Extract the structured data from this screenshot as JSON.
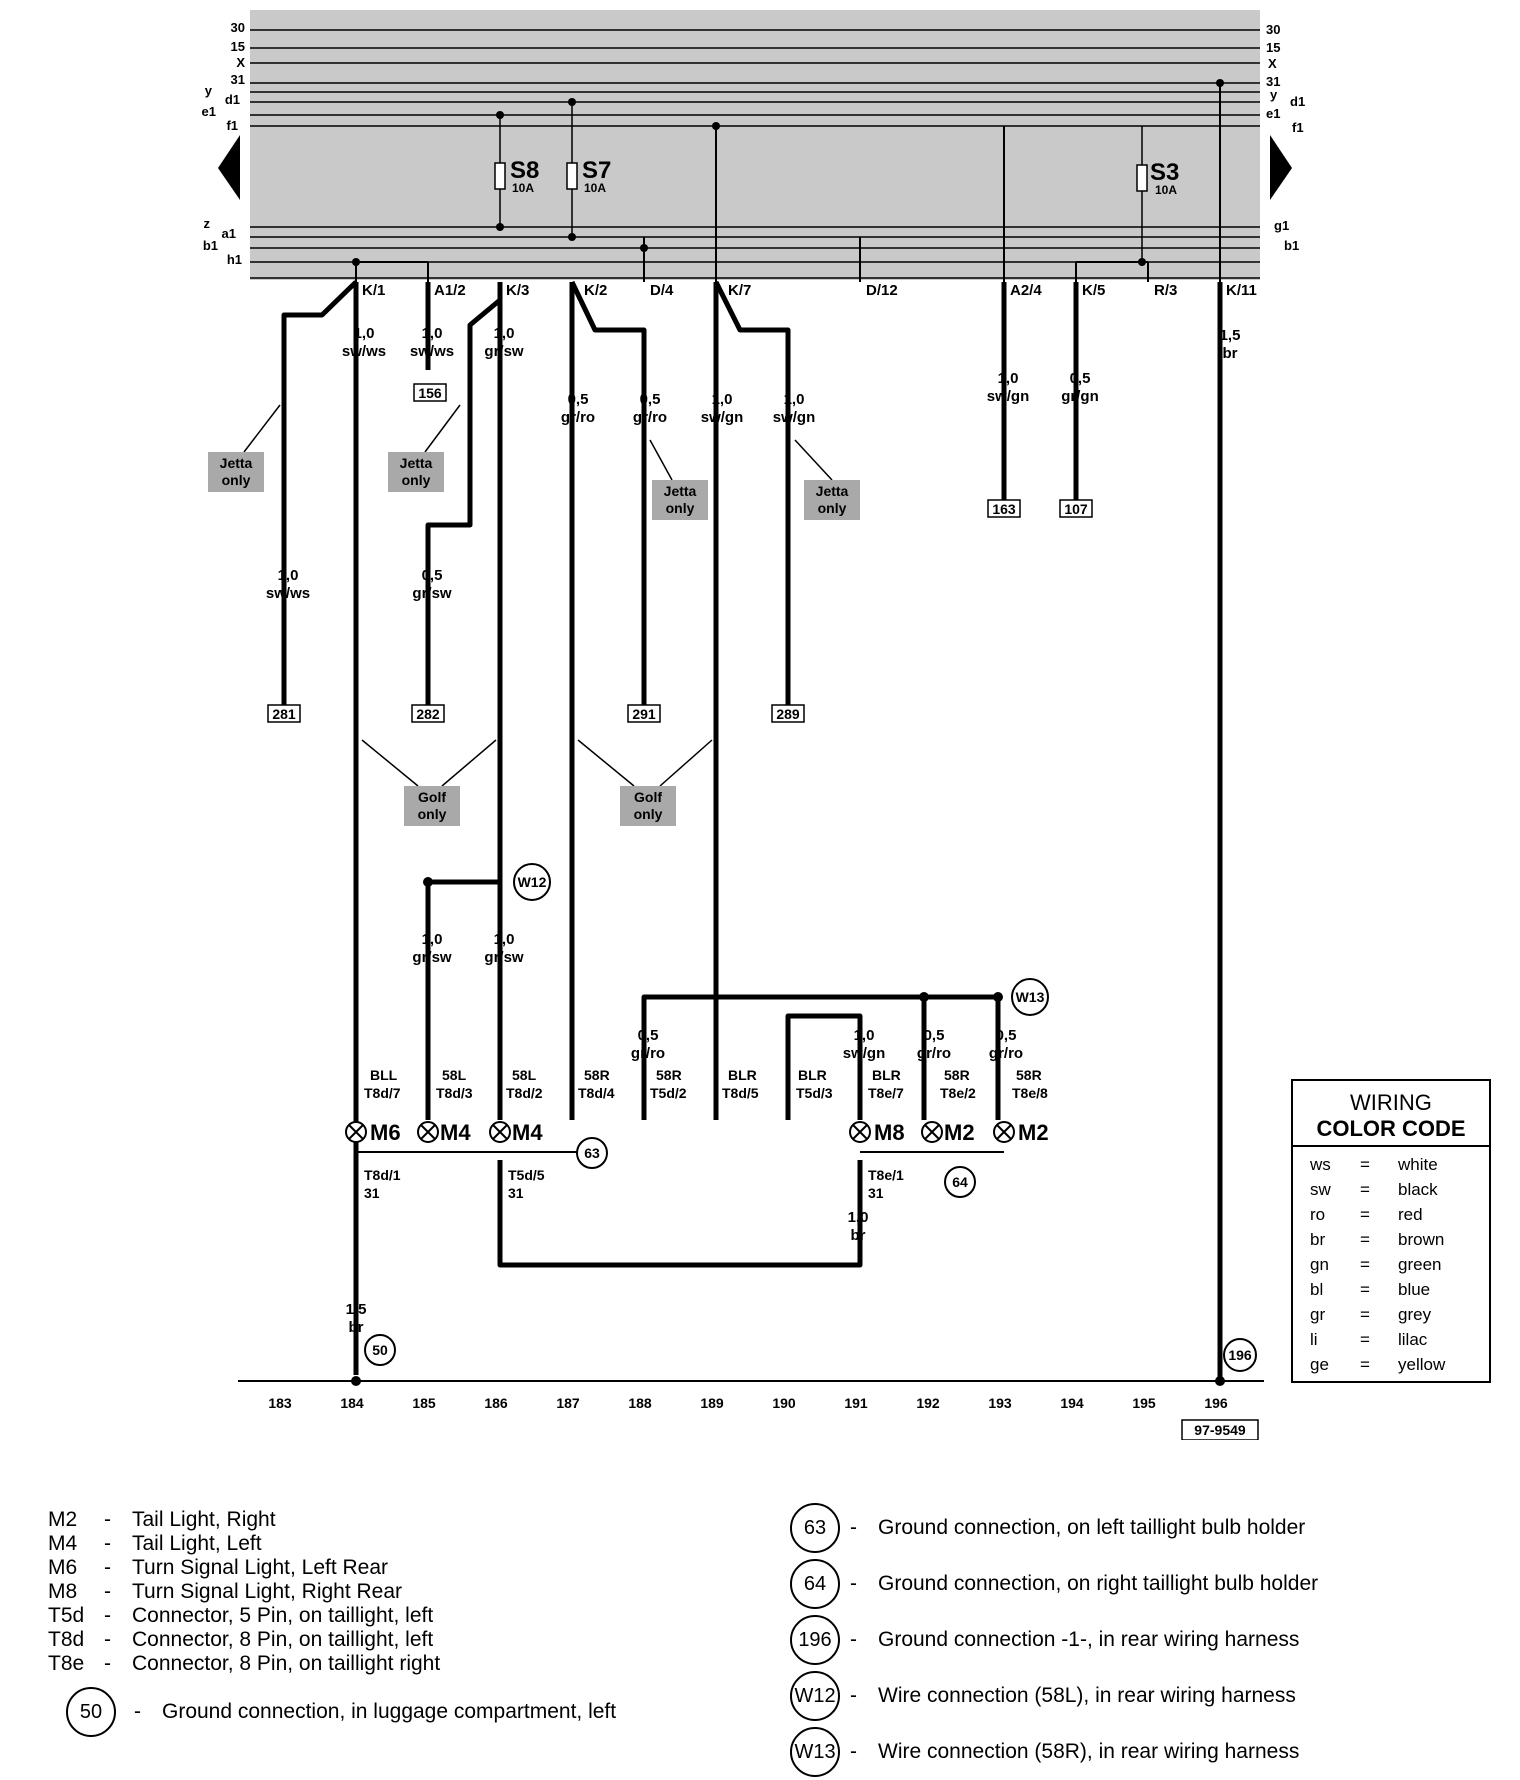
{
  "left_terminals": [
    "30",
    "15",
    "X",
    "31",
    "y",
    "d1",
    "e1",
    "f1",
    "z",
    "a1",
    "b1",
    "h1"
  ],
  "right_terminals": [
    "30",
    "15",
    "X",
    "31",
    "y",
    "d1",
    "e1",
    "f1",
    "g1",
    "b1"
  ],
  "fuses": [
    {
      "label": "S8",
      "rating": "10A"
    },
    {
      "label": "S7",
      "rating": "10A"
    },
    {
      "label": "S3",
      "rating": "10A"
    }
  ],
  "pins": [
    "K/1",
    "A1/2",
    "K/3",
    "K/2",
    "D/4",
    "K/7",
    "D/12",
    "A2/4",
    "K/5",
    "R/3",
    "K/11"
  ],
  "wire_labels": [
    {
      "size": "1,0",
      "color": "sw/ws"
    },
    {
      "size": "1,0",
      "color": "sw/ws"
    },
    {
      "size": "1,0",
      "color": "gr/sw"
    },
    {
      "size": "0,5",
      "color": "gr/ro"
    },
    {
      "size": "0,5",
      "color": "gr/ro"
    },
    {
      "size": "1,0",
      "color": "sw/gn"
    },
    {
      "size": "1,0",
      "color": "sw/gn"
    },
    {
      "size": "1,0",
      "color": "sw/gn"
    },
    {
      "size": "0,5",
      "color": "gr/gn"
    },
    {
      "size": "1,5",
      "color": "br"
    },
    {
      "size": "1,0",
      "color": "sw/ws"
    },
    {
      "size": "0,5",
      "color": "gr/sw"
    },
    {
      "size": "1,0",
      "color": "gr/sw"
    },
    {
      "size": "1,0",
      "color": "gr/sw"
    },
    {
      "size": "0,5",
      "color": "gr/ro"
    },
    {
      "size": "1,0",
      "color": "sw/gn"
    },
    {
      "size": "0,5",
      "color": "gr/ro"
    },
    {
      "size": "0,5",
      "color": "gr/ro"
    },
    {
      "size": "1,0",
      "color": "br"
    },
    {
      "size": "1,5",
      "color": "br"
    }
  ],
  "references": [
    "156",
    "163",
    "107",
    "281",
    "282",
    "291",
    "289"
  ],
  "notes": [
    {
      "l1": "Jetta",
      "l2": "only"
    },
    {
      "l1": "Jetta",
      "l2": "only"
    },
    {
      "l1": "Jetta",
      "l2": "only"
    },
    {
      "l1": "Jetta",
      "l2": "only"
    },
    {
      "l1": "Golf",
      "l2": "only"
    },
    {
      "l1": "Golf",
      "l2": "only"
    }
  ],
  "connectors": [
    {
      "sig": "BLL",
      "pin": "T8d/7"
    },
    {
      "sig": "58L",
      "pin": "T8d/3"
    },
    {
      "sig": "58L",
      "pin": "T8d/2"
    },
    {
      "sig": "58R",
      "pin": "T8d/4"
    },
    {
      "sig": "58R",
      "pin": "T5d/2"
    },
    {
      "sig": "BLR",
      "pin": "T8d/5"
    },
    {
      "sig": "BLR",
      "pin": "T5d/3"
    },
    {
      "sig": "BLR",
      "pin": "T8e/7"
    },
    {
      "sig": "58R",
      "pin": "T8e/2"
    },
    {
      "sig": "58R",
      "pin": "T8e/8"
    }
  ],
  "lamps": [
    "M6",
    "M4",
    "M4",
    "M8",
    "M2",
    "M2"
  ],
  "ground_pins": [
    {
      "pin": "T8d/1",
      "term": "31"
    },
    {
      "pin": "T5d/5",
      "term": "31"
    },
    {
      "pin": "T8e/1",
      "term": "31"
    }
  ],
  "circles": [
    "W12",
    "W13",
    "63",
    "64",
    "50",
    "196"
  ],
  "track_numbers": [
    "183",
    "184",
    "185",
    "186",
    "187",
    "188",
    "189",
    "190",
    "191",
    "192",
    "193",
    "194",
    "195",
    "196"
  ],
  "diagram_id": "97-9549",
  "color_code": {
    "title_line1": "WIRING",
    "title_line2": "COLOR CODE",
    "eq": "=",
    "rows": [
      {
        "code": "ws",
        "name": "white"
      },
      {
        "code": "sw",
        "name": "black"
      },
      {
        "code": "ro",
        "name": "red"
      },
      {
        "code": "br",
        "name": "brown"
      },
      {
        "code": "gn",
        "name": "green"
      },
      {
        "code": "bl",
        "name": "blue"
      },
      {
        "code": "gr",
        "name": "grey"
      },
      {
        "code": "li",
        "name": "lilac"
      },
      {
        "code": "ge",
        "name": "yellow"
      }
    ]
  },
  "legend_left": [
    {
      "code": "M2",
      "desc": "Tail Light, Right"
    },
    {
      "code": "M4",
      "desc": "Tail Light, Left"
    },
    {
      "code": "M6",
      "desc": "Turn Signal Light, Left Rear"
    },
    {
      "code": "M8",
      "desc": "Turn Signal Light, Right Rear"
    },
    {
      "code": "T5d",
      "desc": "Connector, 5 Pin, on taillight, left"
    },
    {
      "code": "T8d",
      "desc": "Connector, 8 Pin, on taillight, left"
    },
    {
      "code": "T8e",
      "desc": "Connector, 8 Pin, on taillight right"
    }
  ],
  "legend_ground": {
    "code": "50",
    "desc": "Ground connection, in luggage compartment, left"
  },
  "legend_right": [
    {
      "code": "63",
      "desc": "Ground connection, on left taillight bulb holder"
    },
    {
      "code": "64",
      "desc": "Ground connection, on right taillight bulb holder"
    },
    {
      "code": "196",
      "desc": "Ground connection -1-, in rear wiring harness"
    },
    {
      "code": "W12",
      "desc": "Wire connection (58L), in rear wiring harness"
    },
    {
      "code": "W13",
      "desc": "Wire connection (58R), in rear wiring harness"
    }
  ],
  "colors": {
    "panel": "#c9c9c9",
    "ink": "#000000",
    "note_bg": "#a9a9a9"
  }
}
